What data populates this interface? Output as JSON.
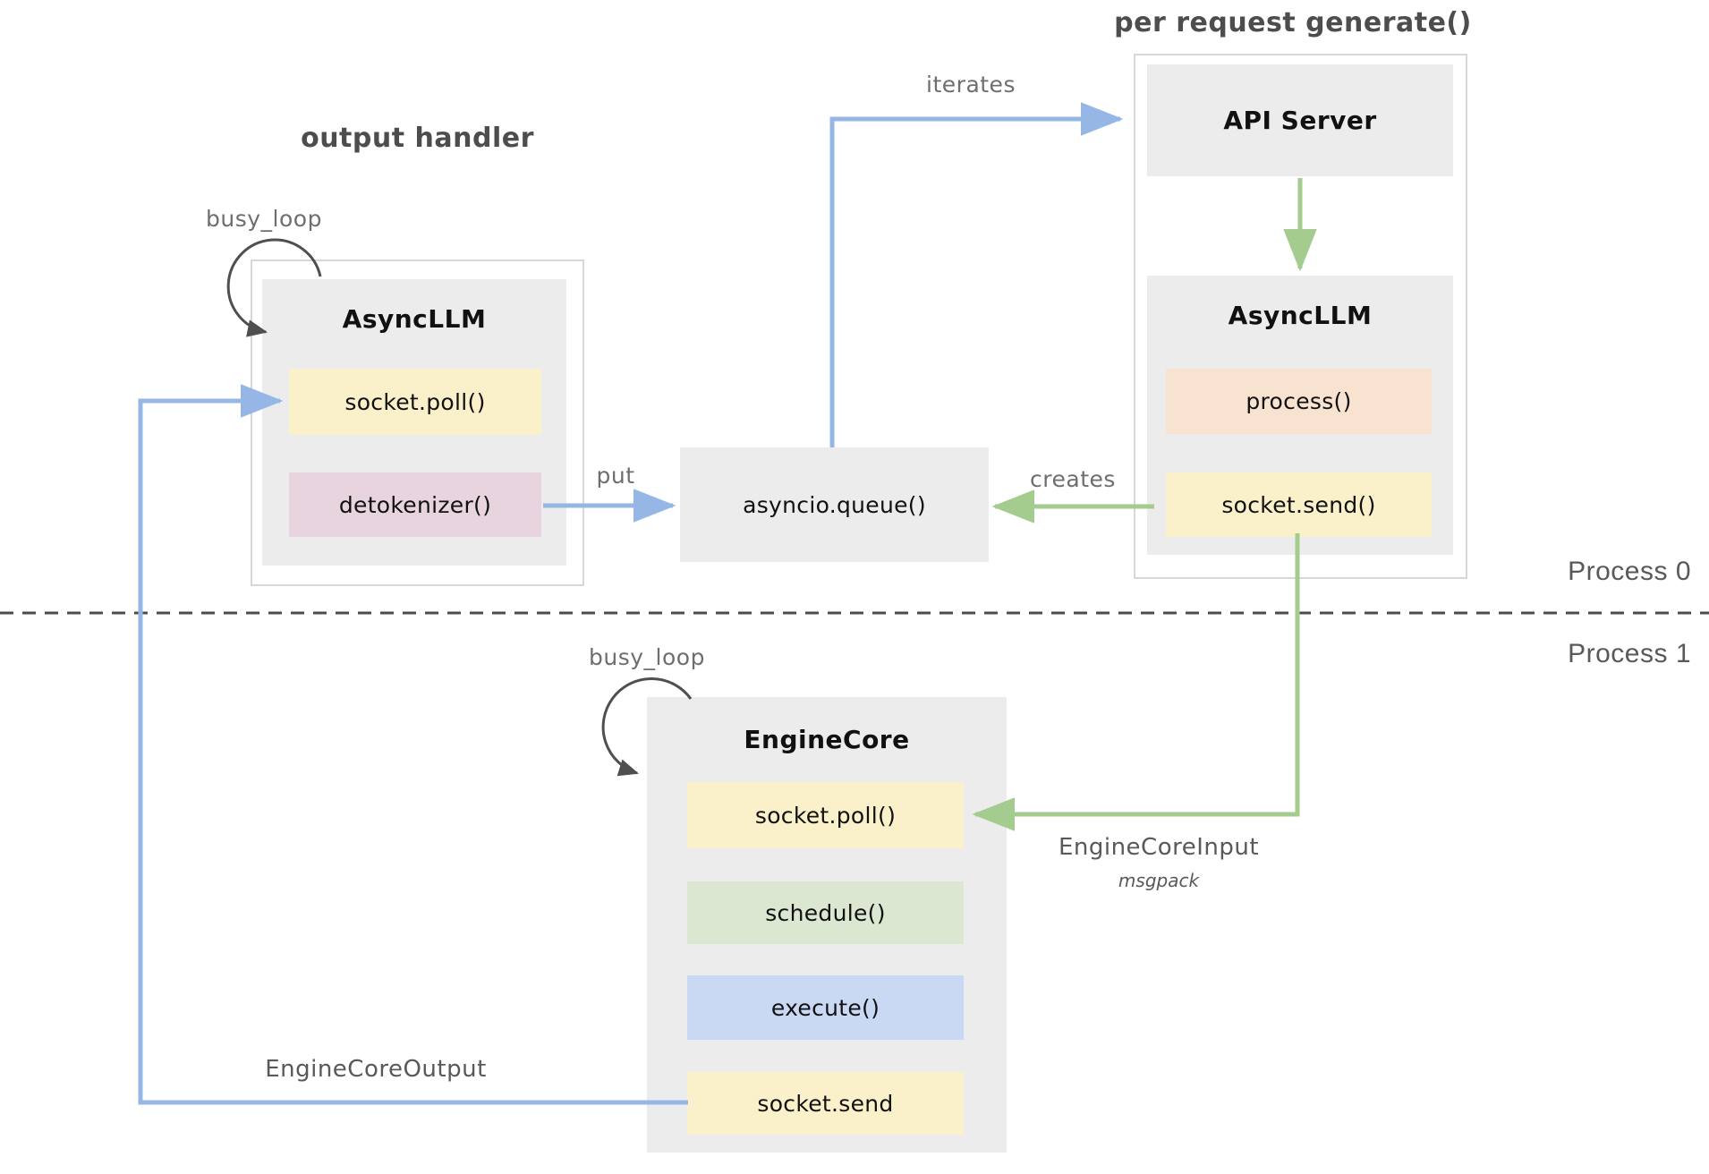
{
  "section_titles": {
    "output_handler": "output handler",
    "per_request_generate": "per request generate()"
  },
  "boxes": {
    "api_server": {
      "title": "API Server"
    },
    "right_asyncllm": {
      "title": "AsyncLLM",
      "rows": [
        "process()",
        "socket.send()"
      ]
    },
    "left_asyncllm": {
      "title": "AsyncLLM",
      "rows": [
        "socket.poll()",
        "detokenizer()"
      ]
    },
    "queue": {
      "label": "asyncio.queue()"
    },
    "engine_core": {
      "title": "EngineCore",
      "rows": [
        "socket.poll()",
        "schedule()",
        "execute()",
        "socket.send"
      ]
    }
  },
  "arrow_labels": {
    "busy_loop_top": "busy_loop",
    "busy_loop_bottom": "busy_loop",
    "iterates": "iterates",
    "put": "put",
    "creates": "creates",
    "engine_core_input": "EngineCoreInput",
    "engine_core_input_format": "msgpack",
    "engine_core_output": "EngineCoreOutput"
  },
  "process_dividers": {
    "process0": "Process 0",
    "process1": "Process 1"
  },
  "colors": {
    "box_gray": "#ececec",
    "container_border": "#d7d7d7",
    "row_yellow": "#faf0c9",
    "row_pink": "#e7d4de",
    "row_peach": "#f8e3d0",
    "row_green": "#dbe7d1",
    "row_blue": "#cad9f3",
    "arrow_blue": "#96b7e6",
    "arrow_green": "#a4cc8f",
    "loop_dark": "#4f4f4f",
    "title_gray": "#4d4d4d",
    "label_gray": "#6e6e6e"
  }
}
